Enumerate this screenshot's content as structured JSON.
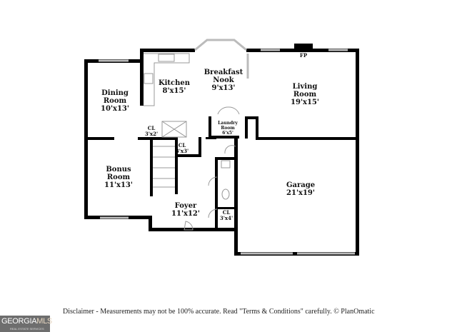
{
  "rooms": {
    "dining": {
      "name": "Dining",
      "name2": "Room",
      "size": "10'x13'"
    },
    "kitchen": {
      "name": "Kitchen",
      "size": "8'x15'"
    },
    "nook": {
      "name": "Breakfast",
      "name2": "Nook",
      "size": "9'x13'"
    },
    "living": {
      "name": "Living",
      "name2": "Room",
      "size": "19'x15'"
    },
    "laundry": {
      "name": "Laundry",
      "name2": "Room",
      "size": "6'x5'"
    },
    "cl1": {
      "name": "CL",
      "size": "3'x2'"
    },
    "cl2": {
      "name": "CL",
      "size": "3'x3'"
    },
    "cl3": {
      "name": "CL",
      "size": "3'x4'"
    },
    "bonus": {
      "name": "Bonus",
      "name2": "Room",
      "size": "11'x13'"
    },
    "foyer": {
      "name": "Foyer",
      "size": "11'x12'"
    },
    "garage": {
      "name": "Garage",
      "size": "21'x19'"
    },
    "fp": "FP"
  },
  "disclaimer": "Disclaimer - Measurements may not be 100% accurate. Read \"Terms & Conditions\" carefully. © PlanOmatic",
  "logo": {
    "text": "GEORGIA",
    "text2": "MLS",
    "sub": "REAL ESTATE SERVICES"
  },
  "colors": {
    "wall": "#000000",
    "window": "#bbbbbb",
    "logo_bg": "#6e6e6e"
  }
}
